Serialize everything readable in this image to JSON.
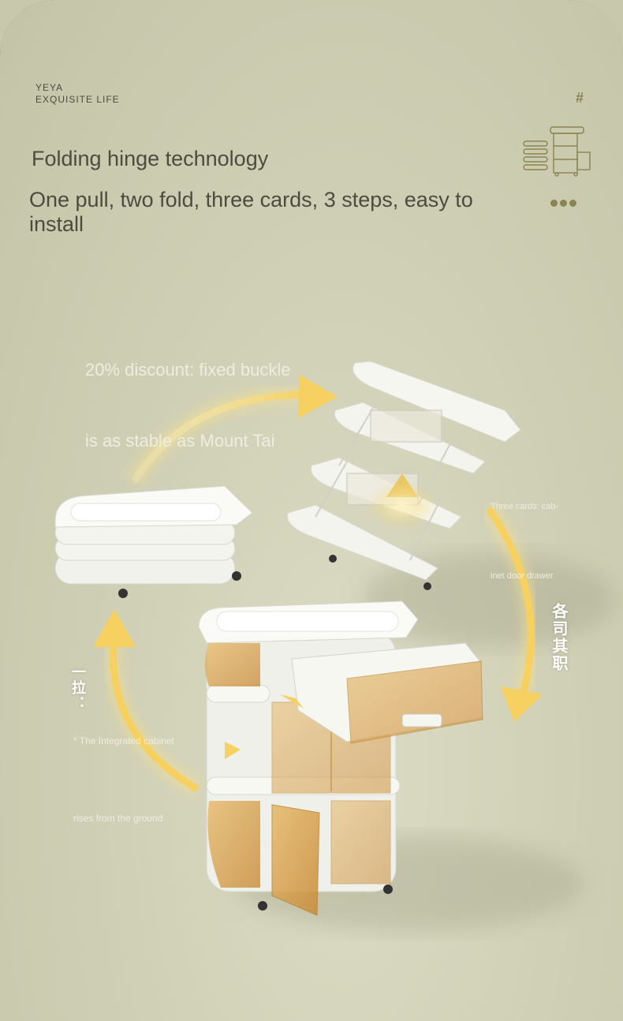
{
  "brand": {
    "line1": "YEYA",
    "line2": "EXQUISITE LIFE"
  },
  "hash_symbol": "#",
  "title": "Folding hinge technology",
  "subtitle": "One pull, two fold, three cards, 3 steps, easy to install",
  "captions": {
    "top_line1": "20% discount: fixed buckle",
    "top_line2": "is as stable as Mount Tai",
    "right_line1": "Three cards: cab-",
    "right_line2": "inet door drawer",
    "right_vertical": "各司其职",
    "left_vertical": "一拉：",
    "left_line1": "* The Integrated cabinet",
    "left_line2": "rises from the ground"
  },
  "colors": {
    "background": "#cdcdb3",
    "text_dark": "#4d4b40",
    "accent": "#8a8450",
    "arrow_glow": "#f4d36a",
    "amber_panel": "#d9a34b"
  },
  "icons": [
    "cabinet-mini-icon",
    "curved-arrow-icon"
  ]
}
